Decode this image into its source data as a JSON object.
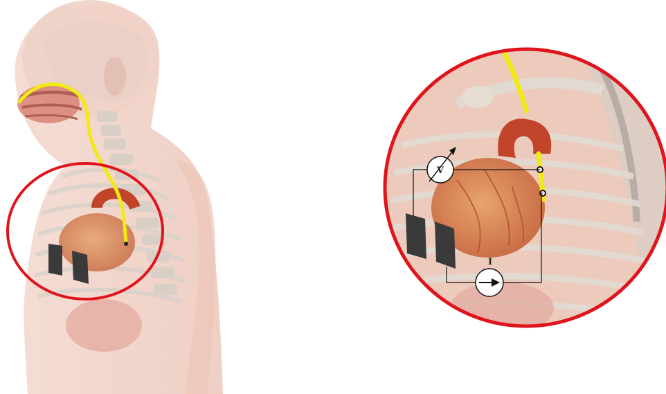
{
  "figure": {
    "left_panel": {
      "components": [
        "torso-anatomy",
        "esophageal-probe",
        "surface-electrodes",
        "zoom-circle"
      ]
    },
    "right_panel": {
      "components": [
        "magnified-heart",
        "esophageal-probe",
        "surface-electrodes",
        "voltmeter",
        "current-source"
      ],
      "voltmeter_label": "V",
      "current_source_label": "I"
    },
    "colors": {
      "highlight_circle": "#e0141c",
      "probe": "#f2ea14",
      "electrode": "#3a3a3a",
      "skin": "#f1cfc4",
      "bone": "#dcd6cf",
      "heart": "#cf7a4f",
      "aorta": "#c2452b"
    }
  }
}
